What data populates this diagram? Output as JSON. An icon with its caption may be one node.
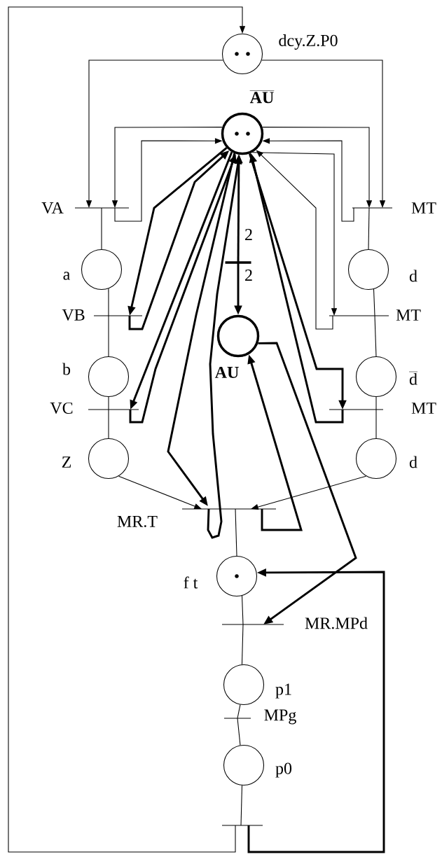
{
  "diagram": {
    "nodes": [
      {
        "text": [
          "dcy.Z.P0"
        ]
      },
      {
        "text": [
          "\\overline{\\mathbf{AU}}"
        ]
      },
      {
        "text": [
          "a"
        ]
      },
      {
        "text": [
          "b"
        ]
      },
      {
        "text": [
          "Z"
        ]
      },
      {
        "text": [
          "d"
        ]
      },
      {
        "text": [
          "\\overline{\\mathrm{d}}"
        ]
      },
      {
        "text": [
          "d"
        ]
      },
      {
        "text": [
          "AU"
        ]
      },
      {
        "text": [
          "f t"
        ]
      },
      {
        "text": [
          "p1"
        ]
      },
      {
        "text": [
          "p0"
        ]
      },
      {
        "text": [
          "VA"
        ]
      },
      {
        "text": [
          "VB"
        ]
      },
      {
        "text": [
          "VC"
        ]
      },
      {
        "text": [
          "MT"
        ]
      },
      {
        "text": [
          "MT"
        ]
      },
      {
        "text": [
          "MT"
        ]
      },
      {
        "text": [
          "MR.T"
        ]
      },
      {
        "text": [
          "MR.MPd"
        ]
      },
      {
        "text": [
          "MPg"
        ]
      },
      {
        "text": [],
        "shape": "bar"
      },
      {
        "text": [],
        "shape": "bar"
      }
    ],
    "edges": [
      {
        "from": 12,
        "to": 2,
        "arrow": "none"
      },
      {
        "from": 2,
        "to": 13,
        "arrow": "none"
      },
      {
        "from": 13,
        "to": 3,
        "arrow": "none"
      },
      {
        "from": 3,
        "to": 14,
        "arrow": "none"
      },
      {
        "from": 14,
        "to": 4,
        "arrow": "none"
      },
      {
        "from": 15,
        "to": 5,
        "arrow": "none"
      },
      {
        "from": 5,
        "to": 16,
        "arrow": "none"
      },
      {
        "from": 16,
        "to": 6,
        "arrow": "none"
      },
      {
        "from": 6,
        "to": 17,
        "arrow": "none"
      },
      {
        "from": 17,
        "to": 7,
        "arrow": "none"
      },
      {
        "from": 4,
        "to": 18,
        "arrow": "to"
      },
      {
        "from": 7,
        "to": 18,
        "arrow": "to"
      },
      {
        "from": 18,
        "to": 9,
        "arrow": "none"
      },
      {
        "from": 9,
        "to": 19,
        "arrow": "none"
      },
      {
        "from": 19,
        "to": 10,
        "arrow": "none"
      },
      {
        "from": 10,
        "to": 20,
        "arrow": "none"
      },
      {
        "from": 20,
        "to": 11,
        "arrow": "none"
      },
      {
        "from": 11,
        "to": 22,
        "arrow": "none"
      },
      {
        "from": 22,
        "to": 0,
        "arrow": "to"
      },
      {
        "from": 22,
        "to": 9,
        "arrow": "to",
        "style": "thick"
      },
      {
        "from": 0,
        "to": 12,
        "arrow": "to"
      },
      {
        "from": 0,
        "to": 15,
        "arrow": "to"
      },
      {
        "from": 1,
        "to": 12,
        "arrow": "to"
      },
      {
        "from": 1,
        "to": 15,
        "arrow": "to"
      },
      {
        "from": 12,
        "to": 1,
        "arrow": "to"
      },
      {
        "from": 15,
        "to": 1,
        "arrow": "to"
      },
      {
        "from": 1,
        "to": 16,
        "arrow": "to"
      },
      {
        "from": 16,
        "to": 1,
        "arrow": "to"
      },
      {
        "from": 1,
        "to": 13,
        "arrow": "to",
        "style": "thick"
      },
      {
        "from": 13,
        "to": 1,
        "arrow": "to",
        "style": "thick"
      },
      {
        "from": 1,
        "to": 14,
        "arrow": "to",
        "style": "thick"
      },
      {
        "from": 14,
        "to": 1,
        "arrow": "to",
        "style": "thick"
      },
      {
        "from": 1,
        "to": 18,
        "arrow": "to",
        "style": "thick"
      },
      {
        "from": 18,
        "to": 1,
        "arrow": "to",
        "style": "thick"
      },
      {
        "from": 1,
        "to": 17,
        "arrow": "to",
        "style": "thick"
      },
      {
        "from": 17,
        "to": 1,
        "arrow": "to",
        "style": "thick"
      },
      {
        "from": 8,
        "to": 19,
        "arrow": "to",
        "style": "thick"
      },
      {
        "from": 18,
        "to": 8,
        "arrow": "to",
        "style": "thick"
      },
      {
        "from": 21,
        "to": 1,
        "arrow": "to",
        "style": "thick",
        "label": "2"
      },
      {
        "from": 21,
        "to": 8,
        "arrow": "to",
        "style": "thick",
        "label": "2"
      }
    ]
  }
}
